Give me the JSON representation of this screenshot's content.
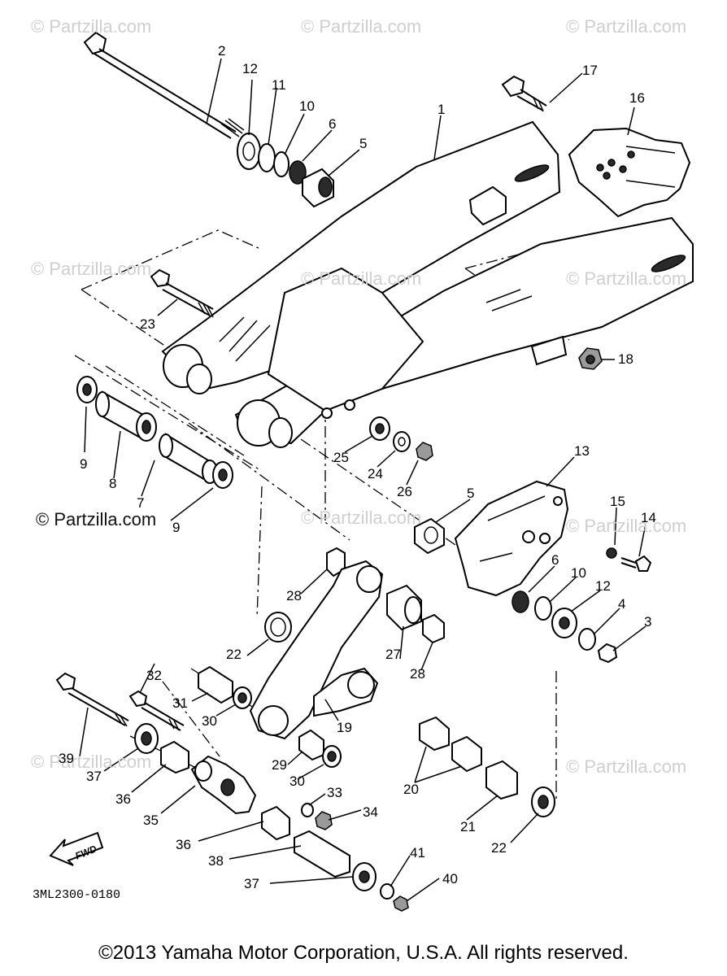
{
  "watermarks": [
    {
      "text": "© Partzilla.com"
    },
    {
      "text": "© Partzilla.com"
    },
    {
      "text": "© Partzilla.com"
    },
    {
      "text": "© Partzilla.com"
    },
    {
      "text": "© Partzilla.com"
    },
    {
      "text": "© Partzilla.com"
    },
    {
      "text": "© Partzilla.com"
    },
    {
      "text": "© Partzilla.com"
    },
    {
      "text": "© Partzilla.com"
    },
    {
      "text": "© Partzilla.com"
    }
  ],
  "main_watermark": "© Partzilla.com",
  "callouts": [
    "1",
    "2",
    "12",
    "11",
    "10",
    "6",
    "5",
    "17",
    "16",
    "23",
    "18",
    "9",
    "8",
    "7",
    "9",
    "25",
    "24",
    "26",
    "13",
    "5",
    "15",
    "14",
    "6",
    "10",
    "12",
    "4",
    "3",
    "28",
    "22",
    "27",
    "28",
    "32",
    "31",
    "30",
    "19",
    "39",
    "37",
    "36",
    "29",
    "30",
    "20",
    "33",
    "34",
    "35",
    "21",
    "22",
    "36",
    "38",
    "37",
    "41",
    "40"
  ],
  "fwd_label": "FWD",
  "drawing_code": "3ML2300-0180",
  "copyright": "©2013 Yamaha Motor Corporation, U.S.A. All rights reserved."
}
